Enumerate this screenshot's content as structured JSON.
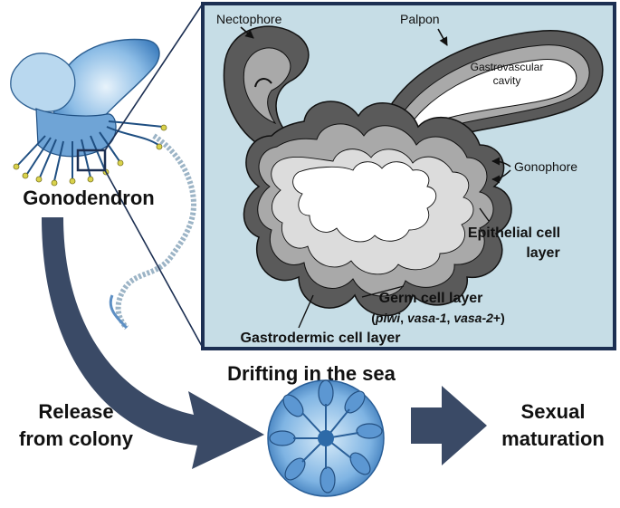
{
  "colors": {
    "panel_bg": "#c6dde6",
    "panel_border": "#1c2f52",
    "arrow": "#3a4a66",
    "dark_layer": "#5a5a5a",
    "mid_layer": "#a9a9a9",
    "light_layer": "#dcdcdc",
    "cavity": "#ffffff",
    "organism_blue": "#6aa6d8"
  },
  "labels": {
    "nectophore": "Nectophore",
    "palpon": "Palpon",
    "cavity_line1": "Gastrovascular",
    "cavity_line2": "cavity",
    "gonophore": "Gonophore",
    "epithelial_line1": "Epithelial cell",
    "epithelial_line2": "layer",
    "germ_line1": "Germ cell layer",
    "germ_genes": {
      "open": "(",
      "gene1": "piwi",
      "sep1": ", ",
      "gene2": "vasa-1",
      "sep2": ", ",
      "gene3": "vasa-2",
      "close": "+)"
    },
    "gastrodermic": "Gastrodermic cell layer",
    "gonodendron": "Gonodendron",
    "drifting": "Drifting in the sea",
    "release_line1": "Release",
    "release_line2": "from colony",
    "sexual_line1": "Sexual",
    "sexual_line2": "maturation"
  }
}
